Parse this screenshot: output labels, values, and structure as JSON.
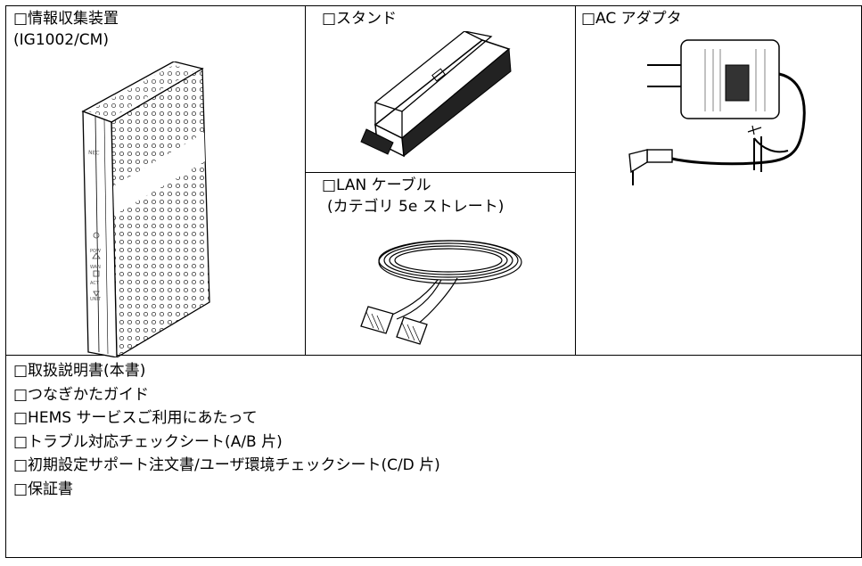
{
  "items": {
    "device": {
      "label": "□情報収集装置",
      "model": "(IG1002/CM)"
    },
    "stand": {
      "label": "□スタンド"
    },
    "ac_adapter": {
      "label": "□AC アダプタ"
    },
    "lan_cable": {
      "label": "□LAN ケーブル",
      "sub": "(カテゴリ 5e ストレート)"
    }
  },
  "documents": [
    "□取扱説明書(本書)",
    "□つなぎかたガイド",
    "□HEMS サービスご利用にあたって",
    "□トラブル対応チェックシート(A/B 片)",
    "□初期設定サポート注文書/ユーザ環境チェックシート(C/D 片)",
    "□保証書"
  ],
  "device_logo": "NEC",
  "device_leds": [
    "POW",
    "WAN",
    "ACT",
    "UNIT"
  ]
}
